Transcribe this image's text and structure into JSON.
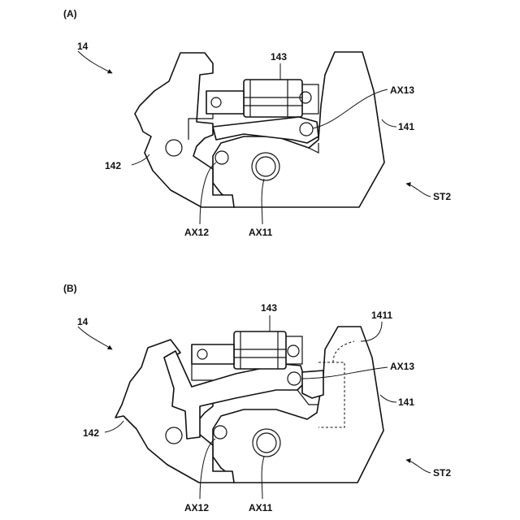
{
  "panel_a": {
    "tag": "(A)",
    "assembly": "14",
    "cam_plate": "143",
    "pin_13": "AX13",
    "base_plate": "141",
    "lever": "142",
    "state": "ST2",
    "pin_12": "AX12",
    "pin_11": "AX11"
  },
  "panel_b": {
    "tag": "(B)",
    "assembly": "14",
    "cam_plate": "143",
    "region": "1411",
    "pin_13": "AX13",
    "base_plate": "141",
    "lever": "142",
    "state": "ST2",
    "pin_12": "AX12",
    "pin_11": "AX11"
  }
}
